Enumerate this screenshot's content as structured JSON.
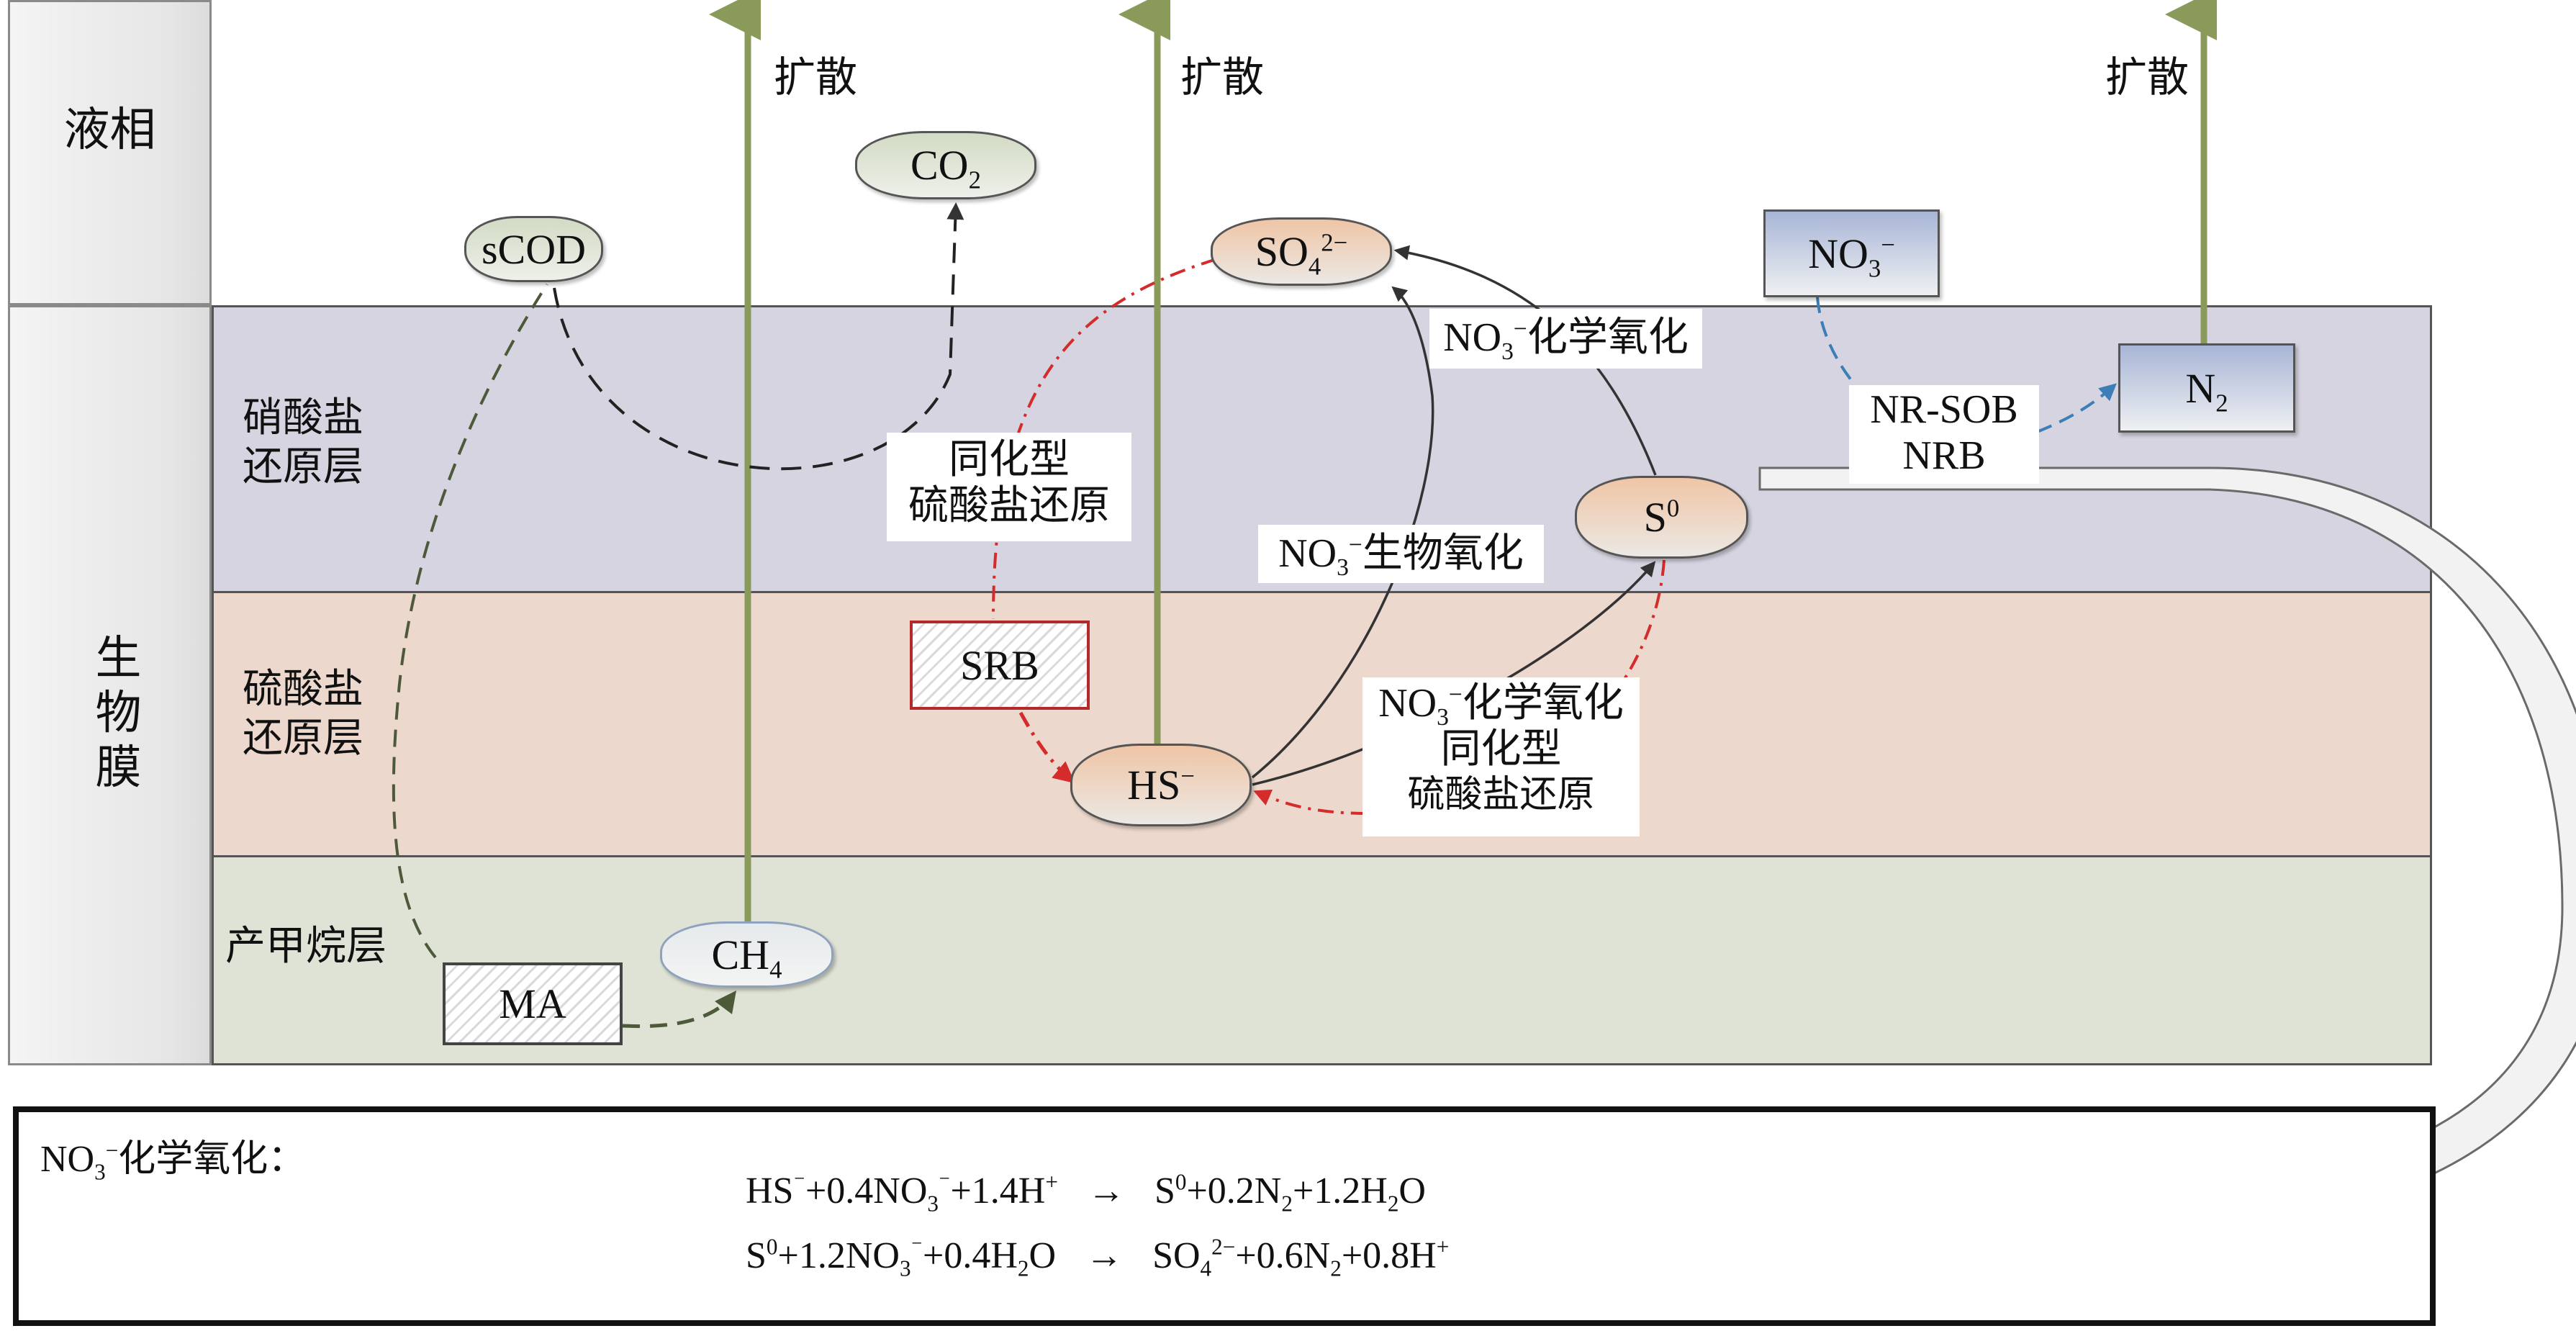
{
  "zones": {
    "liquid_phase": "液相",
    "biofilm": "生物膜"
  },
  "layers": [
    {
      "name": "nitrate-reduction-layer",
      "label_line1": "硝酸盐",
      "label_line2": "还原层",
      "color": "#d6d4e0"
    },
    {
      "name": "sulfate-reduction-layer",
      "label_line1": "硫酸盐",
      "label_line2": "还原层",
      "color": "#ecd8cc"
    },
    {
      "name": "methanogenic-layer",
      "label_line1": "产甲烷层",
      "label_line2": "",
      "color": "#dfe3d6"
    }
  ],
  "diffusion_label": "扩散",
  "species": {
    "scod": "sCOD",
    "co2": {
      "base": "CO",
      "sub": "2"
    },
    "so4": {
      "base": "SO",
      "sub": "4",
      "sup": "2−"
    },
    "no3": {
      "base": "NO",
      "sub": "3",
      "sup": "−"
    },
    "n2": {
      "base": "N",
      "sub": "2"
    },
    "s0": {
      "base": "S",
      "sup": "0"
    },
    "hs": {
      "base": "HS",
      "sup": "−"
    },
    "ch4": {
      "base": "CH",
      "sub": "4"
    }
  },
  "organisms": {
    "srb": "SRB",
    "ma": "MA",
    "nr_sob": "NR-SOB",
    "nrb": "NRB"
  },
  "process_labels": {
    "assim_sulfate_line1": "同化型",
    "assim_sulfate_line2": "硫酸盐还原",
    "no3_bio_oxidation": "生物氧化",
    "no3_chem_oxidation": "化学氧化",
    "lower_assim_line1": "同化型",
    "lower_assim_line2": "硫酸盐还原"
  },
  "equations": {
    "title_suffix": "化学氧化：",
    "eq1": {
      "lhs": [
        "HS",
        "⁻",
        "+0.4NO",
        "3",
        "⁻",
        "+1.4H",
        "+"
      ],
      "arrow": "→",
      "rhs": [
        "S",
        "0",
        "+0.2N",
        "2",
        "+1.2H",
        "2",
        "O"
      ]
    },
    "eq2": {
      "lhs": [
        "S",
        "0",
        "+1.2NO",
        "3",
        "⁻",
        "+0.4H",
        "2",
        "O"
      ],
      "arrow": "→",
      "rhs": [
        "SO",
        "4",
        "2−",
        "+0.6N",
        "2",
        "+0.8H",
        "+"
      ]
    }
  },
  "colors": {
    "diffusion_arrow": "#8a9a5b",
    "red_dashdot": "#d42b2b",
    "blue_dashed": "#3c7fb8",
    "black_dashed": "#222222",
    "olive_dashed": "#4d5a3a"
  }
}
